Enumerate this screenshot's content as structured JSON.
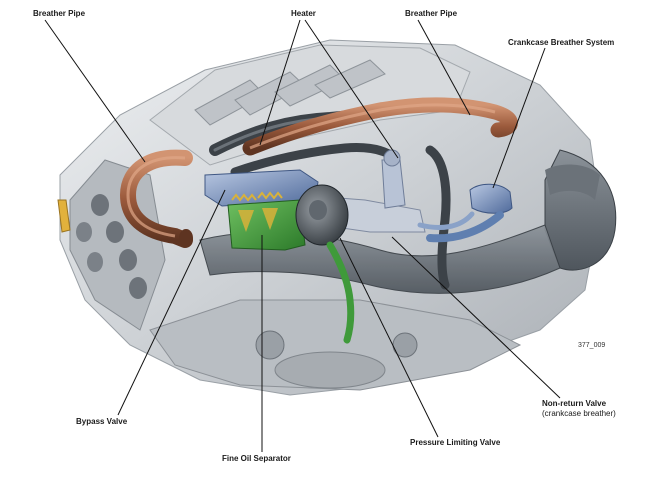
{
  "labels": {
    "breather_pipe_left": "Breather Pipe",
    "heater": "Heater",
    "breather_pipe_right": "Breather Pipe",
    "crankcase_breather_system": "Crankcase Breather System",
    "bypass_valve": "Bypass Valve",
    "fine_oil_separator": "Fine Oil Separator",
    "pressure_limiting_valve": "Pressure Limiting Valve",
    "non_return_valve_line1": "Non-return Valve",
    "non_return_valve_line2": "(crankcase breather)"
  },
  "figure_number": "377_009",
  "colors": {
    "breather_pipe": "#9b5a3c",
    "breather_pipe_highlight": "#d29472",
    "hose_dark": "#3c4248",
    "separator_green": "#3f9a3a",
    "separator_top": "#7f8fb8",
    "valve_blue": "#5f7fb0",
    "engine_grey": "#c9ccd0",
    "engine_grey_dark": "#7d838a",
    "spring_yellow": "#d9b23a",
    "leader_line": "#111111"
  }
}
